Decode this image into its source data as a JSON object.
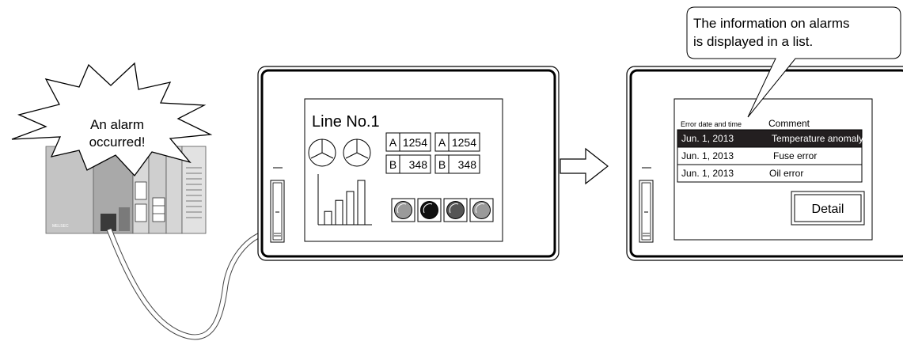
{
  "alarm_burst": {
    "line1": "An alarm",
    "line2": "occurred!"
  },
  "plc": {
    "brand_label": "MELSEC"
  },
  "got_left": {
    "screen_title": "Line No.1",
    "meters": [
      {
        "letter": "A",
        "value": "1254"
      },
      {
        "letter": "A",
        "value": "1254"
      },
      {
        "letter": "B",
        "value": "348"
      },
      {
        "letter": "B",
        "value": "348"
      }
    ],
    "bar_levels": [
      0.3,
      0.55,
      0.75,
      1.0
    ],
    "lamp_colors": [
      "#9a9a9a",
      "#111111",
      "#555555",
      "#9a9a9a"
    ]
  },
  "callout": {
    "line1": "The information on alarms",
    "line2": "is displayed in a list."
  },
  "alarm_list": {
    "header_date": "Error date and time",
    "header_comment": "Comment",
    "rows": [
      {
        "date": "Jun. 1, 2013",
        "comment": "Temperature anomaly",
        "selected": true
      },
      {
        "date": "Jun. 1, 2013",
        "comment": "Fuse error",
        "selected": false
      },
      {
        "date": "Jun. 1, 2013",
        "comment": "Oil error",
        "selected": false
      }
    ],
    "detail_label": "Detail"
  },
  "colors": {
    "selected_row": "#231f20",
    "plc_body": "#bdbdbd",
    "plc_dark": "#8c8c8c"
  }
}
